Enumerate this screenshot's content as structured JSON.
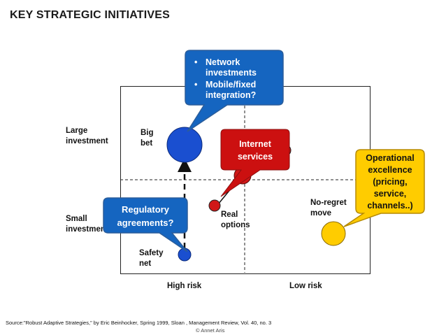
{
  "title": "KEY STRATEGIC INITIATIVES",
  "axes": {
    "large_investment": "Large\ninvestment",
    "small_investment": "Small\ninvestment",
    "high_risk": "High risk",
    "low_risk": "Low risk"
  },
  "quadrants": {
    "big_bet": "Big\nbet",
    "real_options": "Real\noptions",
    "no_regret_move": "No-regret\nmove",
    "safety_net": "Safety\nnet"
  },
  "callouts": {
    "network": [
      "•",
      "Network",
      "investments",
      "•",
      "Mobile/fixed",
      "integration?"
    ],
    "internet": [
      "Internet",
      "services"
    ],
    "operational": [
      "Operational",
      "excellence",
      "(pricing,",
      "service,",
      "channels..)"
    ],
    "regulatory": [
      "Regulatory",
      "agreements?"
    ]
  },
  "colors": {
    "blue_callout": "#1565c0",
    "red_callout": "#cc1010",
    "yellow_callout": "#ffcc00",
    "big_bet_circle": "#1a4fd0",
    "internet_circle": "#d01818",
    "no_regret_circle": "#ffcc00",
    "safety_circle": "#1a4fd0"
  },
  "source": "Source:\"Robust Adaptive Strategies,\" by Eric Beinhocker, Spring 1999, Sloan , Management Review, Vol. 40, no. 3",
  "copyright": "© Annet Aris"
}
